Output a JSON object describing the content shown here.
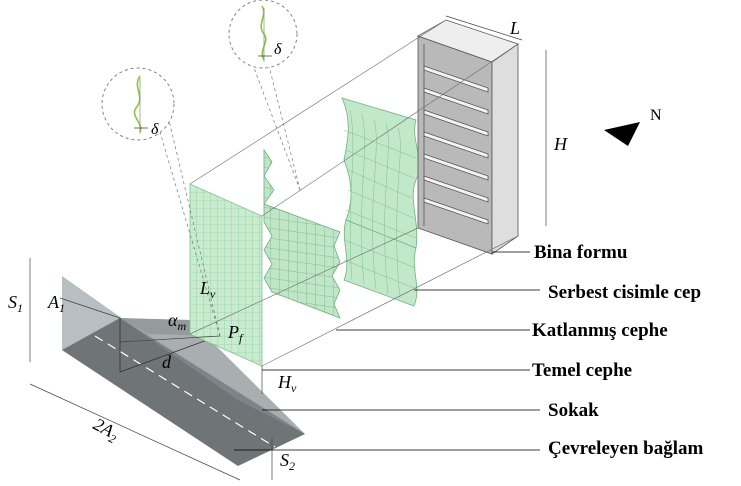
{
  "labels": {
    "building_form": "Bina formu",
    "free_form_facade": "Serbest  cisimle cep",
    "folded_facade": "Katlanmış cephe",
    "base_facade": "Temel cephe",
    "street": "Sokak",
    "surrounding_context": "Çevreleyen bağlam"
  },
  "symbols": {
    "L": "L",
    "H": "H",
    "north": "N",
    "delta_1": "δ",
    "delta_2": "δ",
    "S1": "S",
    "S1_sub": "1",
    "A1": "A",
    "A1_sub": "1",
    "Lv": "L",
    "Lv_sub": "v",
    "alpha_m": "α",
    "alpha_m_sub": "m",
    "Pf": "P",
    "Pf_sub": "f",
    "d": "d",
    "Hv": "H",
    "Hv_sub": "v",
    "twoA2": "2A",
    "twoA2_sub": "2",
    "S2": "S",
    "S2_sub": "2"
  },
  "colors": {
    "panel_green": "#c9ecd0",
    "grid_green": "#7fc48d",
    "building_gray": "#d6d6d6",
    "context_gray": "#aab4b8",
    "street_dark": "#6f7477",
    "curve_green": "#8cc63f"
  }
}
